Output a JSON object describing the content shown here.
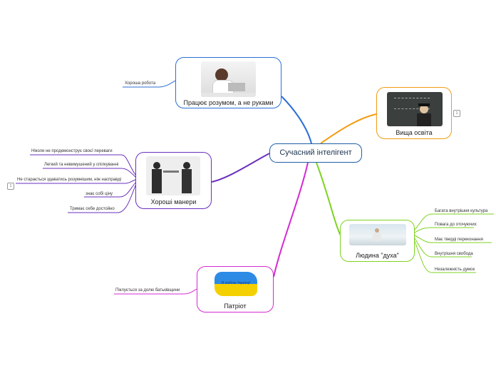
{
  "center": "Сучасний інтелігент",
  "branches": {
    "work": {
      "title": "Працює розумом, а не руками",
      "color": "#2a6fd6",
      "leaves": [
        "Хороша робота"
      ]
    },
    "education": {
      "title": "Вища освіта",
      "color": "#f39c12",
      "badge": "1"
    },
    "manners": {
      "title": "Хороші манери",
      "color": "#6a2fbf",
      "badge": "1",
      "leaves": [
        "Ніколи не продемонструє своєї переваги",
        "Легкий та невимушений у спілкуванні",
        "Не старається здаватись розумнішим, ніж насправді",
        "знає собі ціну",
        "Тримає себе достойно"
      ]
    },
    "spirit": {
      "title": "Людина \"духа\"",
      "color": "#7ed321",
      "leaves": [
        "Багата внутрішня культура",
        "Повага до оточуючих",
        "Має тверді переконання",
        "Внутрішня свобода",
        "Незалежність думок"
      ]
    },
    "patriot": {
      "title": "Патріот",
      "color": "#d42ad4",
      "image_text": "Я люблю Україну!",
      "leaves": [
        "Піклується за долю батьківщини"
      ]
    }
  }
}
